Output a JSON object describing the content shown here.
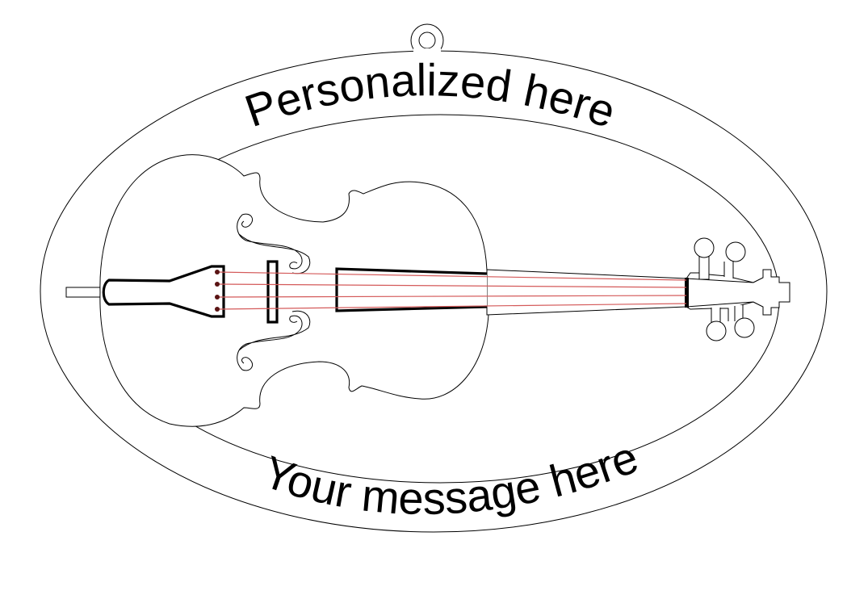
{
  "ornament": {
    "shape": "oval",
    "top_text": "Personalized here",
    "bottom_text": "Your message here",
    "hanger": "ring-hole"
  },
  "instrument": {
    "type": "violin",
    "string_count": 4,
    "parts": [
      "body",
      "f-holes",
      "tailpiece",
      "bridge",
      "fingerboard",
      "neck",
      "pegbox",
      "pegs",
      "scroll",
      "endpin"
    ]
  },
  "colors": {
    "outline": "#000000",
    "strings": "#d45a5a",
    "tailpiece_pins": "#5a1414",
    "background": "#ffffff"
  }
}
